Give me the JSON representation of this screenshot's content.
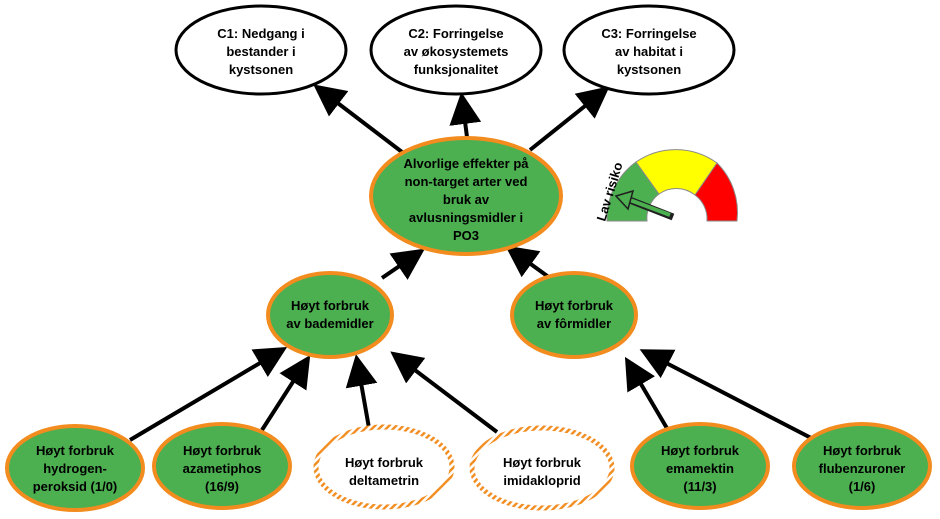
{
  "colors": {
    "node_fill": "#4caf50",
    "node_border": "#f28c1f",
    "top_fill": "#ffffff",
    "top_border": "#000000",
    "arrow": "#000000",
    "gauge_green": "#4caf50",
    "gauge_yellow": "#ffff00",
    "gauge_red": "#ff0000",
    "needle": "#4caf50"
  },
  "consequences": [
    {
      "lines": [
        "C1: Nedgang i",
        "bestander i",
        "kystsonen"
      ]
    },
    {
      "lines": [
        "C2: Forringelse",
        "av økosystemets",
        "funksjonalitet"
      ]
    },
    {
      "lines": [
        "C3: Forringelse",
        "av habitat i",
        "kystsonen"
      ]
    }
  ],
  "main_effect": {
    "lines": [
      "Alvorlige effekter på",
      "non-target arter ved",
      "bruk av",
      "avlusningsmidler i",
      "PO3"
    ]
  },
  "categories": [
    {
      "lines": [
        "Høyt forbruk",
        "av bademidler"
      ]
    },
    {
      "lines": [
        "Høyt forbruk",
        "av fôrmidler"
      ]
    }
  ],
  "substances": [
    {
      "lines": [
        "Høyt forbruk",
        "hydrogen-",
        "peroksid (1/0)"
      ],
      "style": "filled"
    },
    {
      "lines": [
        "Høyt forbruk",
        "azametiphos",
        "(16/9)"
      ],
      "style": "filled"
    },
    {
      "lines": [
        "Høyt forbruk",
        "deltametrin"
      ],
      "style": "hatched"
    },
    {
      "lines": [
        "Høyt forbruk",
        "imidakloprid"
      ],
      "style": "hatched"
    },
    {
      "lines": [
        "Høyt forbruk",
        "emamektin",
        "(11/3)"
      ],
      "style": "filled"
    },
    {
      "lines": [
        "Høyt forbruk",
        "flubenzuroner",
        "(1/6)"
      ],
      "style": "filled"
    }
  ],
  "risk_gauge": {
    "label": "Lav risiko",
    "level": "low"
  }
}
